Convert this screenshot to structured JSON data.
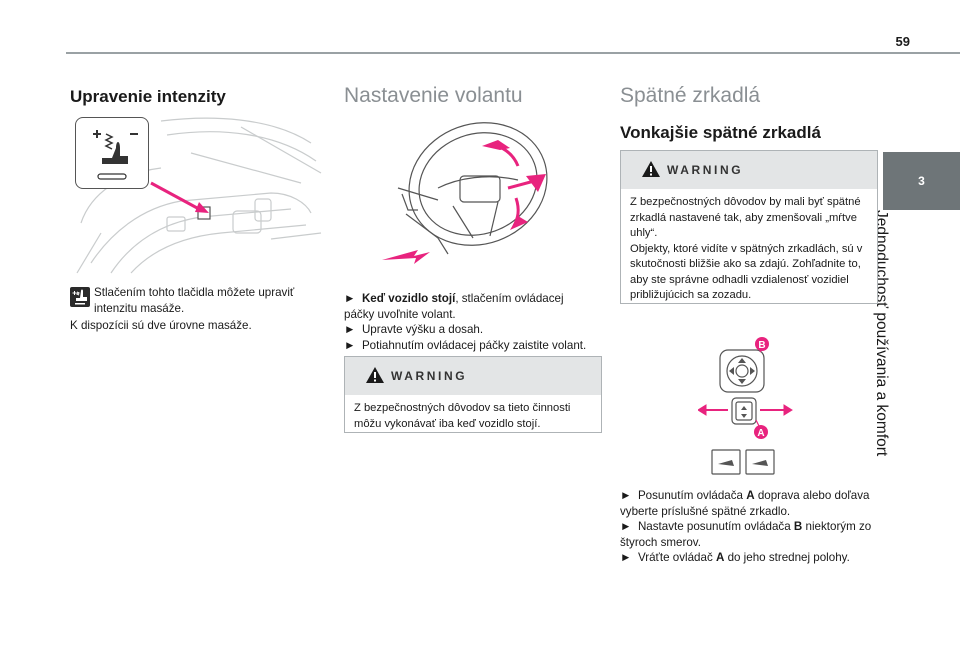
{
  "page_number": "59",
  "side_tab": {
    "number": "3",
    "caption": "Jednoduchosť používania a komfort"
  },
  "col1": {
    "title": "Upravenie intenzity",
    "icon": "seat-massage-icon",
    "text1": "Stlačením tohto tlačidla môžete upraviť intenzitu masáže.",
    "text2": "K dispozícii sú dve úrovne masáže."
  },
  "col2": {
    "title": "Nastavenie volantu",
    "steps": [
      {
        "marker": "►",
        "bold": "Keď vozidlo stojí",
        "text": ", stlačením ovládacej páčky uvoľnite volant."
      },
      {
        "marker": "►",
        "bold": "",
        "text": "Upravte výšku a dosah."
      },
      {
        "marker": "►",
        "bold": "",
        "text": "Potiahnutím ovládacej páčky zaistite volant."
      }
    ],
    "warning": {
      "label": "WARNING",
      "text": "Z bezpečnostných dôvodov sa tieto činnosti môžu vykonávať iba keď vozidlo stojí."
    }
  },
  "col3": {
    "title": "Spätné zrkadlá",
    "subtitle": "Vonkajšie spätné zrkadlá",
    "warning": {
      "label": "WARNING",
      "text1": "Z bezpečnostných dôvodov by mali byť spätné zrkadlá nastavené tak, aby zmenšovali „mŕtve uhly“.",
      "text2": "Objekty, ktoré vidíte v spätných zrkadlách, sú v skutočnosti bližšie ako sa zdajú. Zohľadnite to, aby ste správne odhadli vzdialenosť vozidiel približujúcich sa zozadu."
    },
    "labels": {
      "a": "A",
      "b": "B"
    },
    "steps": [
      {
        "marker": "►",
        "pre": "Posunutím ovládača ",
        "bold": "A",
        "post": " doprava alebo doľava vyberte príslušné spätné zrkadlo."
      },
      {
        "marker": "►",
        "pre": "Nastavte posunutím ovládača ",
        "bold": "B",
        "post": " niektorým zo štyroch smerov."
      },
      {
        "marker": "►",
        "pre": "Vráťte ovládač ",
        "bold": "A",
        "post": " do jeho strednej polohy."
      }
    ]
  },
  "colors": {
    "accent": "#e8237e",
    "tab": "#6e7578",
    "warn_bg": "#e3e5e6"
  }
}
